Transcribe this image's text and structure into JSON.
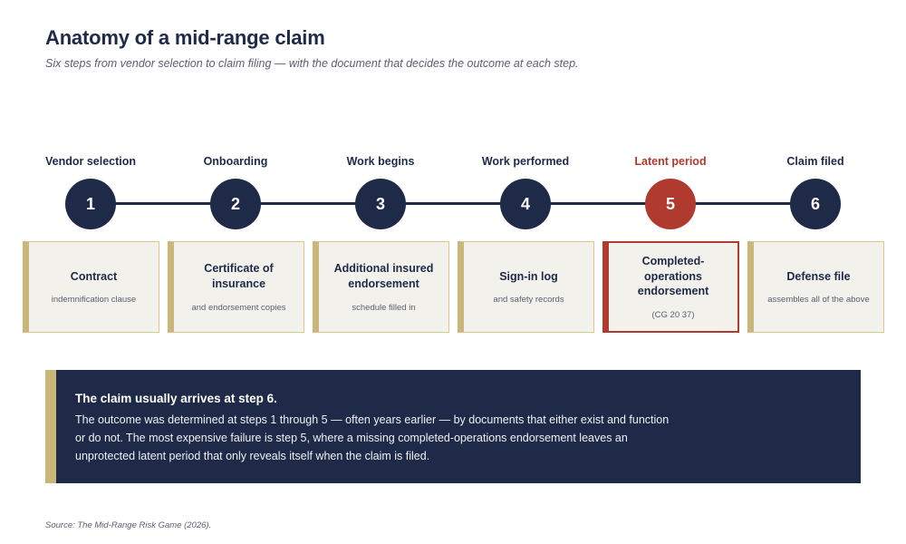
{
  "header": {
    "title": "Anatomy of a mid-range claim",
    "subtitle": "Six steps from vendor selection to claim filing — with the document that decides the outcome at each step."
  },
  "colors": {
    "navy": "#1e2a47",
    "highlight_red": "#b03a2e",
    "gold_accent": "#c9b77a",
    "card_background": "#f3f1ec"
  },
  "steps": [
    {
      "number": "1",
      "label": "Vendor selection",
      "doc_title": "Contract",
      "doc_subtitle": "indemnification clause",
      "highlight": false
    },
    {
      "number": "2",
      "label": "Onboarding",
      "doc_title": "Certificate of insurance",
      "doc_subtitle": "and endorsement copies",
      "highlight": false
    },
    {
      "number": "3",
      "label": "Work begins",
      "doc_title": "Additional insured endorsement",
      "doc_subtitle": "schedule filled in",
      "highlight": false
    },
    {
      "number": "4",
      "label": "Work performed",
      "doc_title": "Sign-in log",
      "doc_subtitle": "and safety records",
      "highlight": false
    },
    {
      "number": "5",
      "label": "Latent period",
      "doc_title": "Completed-operations endorsement",
      "doc_subtitle": "(CG 20 37)",
      "highlight": true
    },
    {
      "number": "6",
      "label": "Claim filed",
      "doc_title": "Defense file",
      "doc_subtitle": "assembles all of the above",
      "highlight": false
    }
  ],
  "callout": {
    "title": "The claim usually arrives at step 6.",
    "body": "The outcome was determined at steps 1 through 5 — often years earlier — by documents that either exist and function or do not. The most expensive failure is step 5, where a missing completed-operations endorsement leaves an unprotected latent period that only reveals itself when the claim is filed."
  },
  "footer": {
    "source": "Source: The Mid-Range Risk Game (2026)."
  }
}
